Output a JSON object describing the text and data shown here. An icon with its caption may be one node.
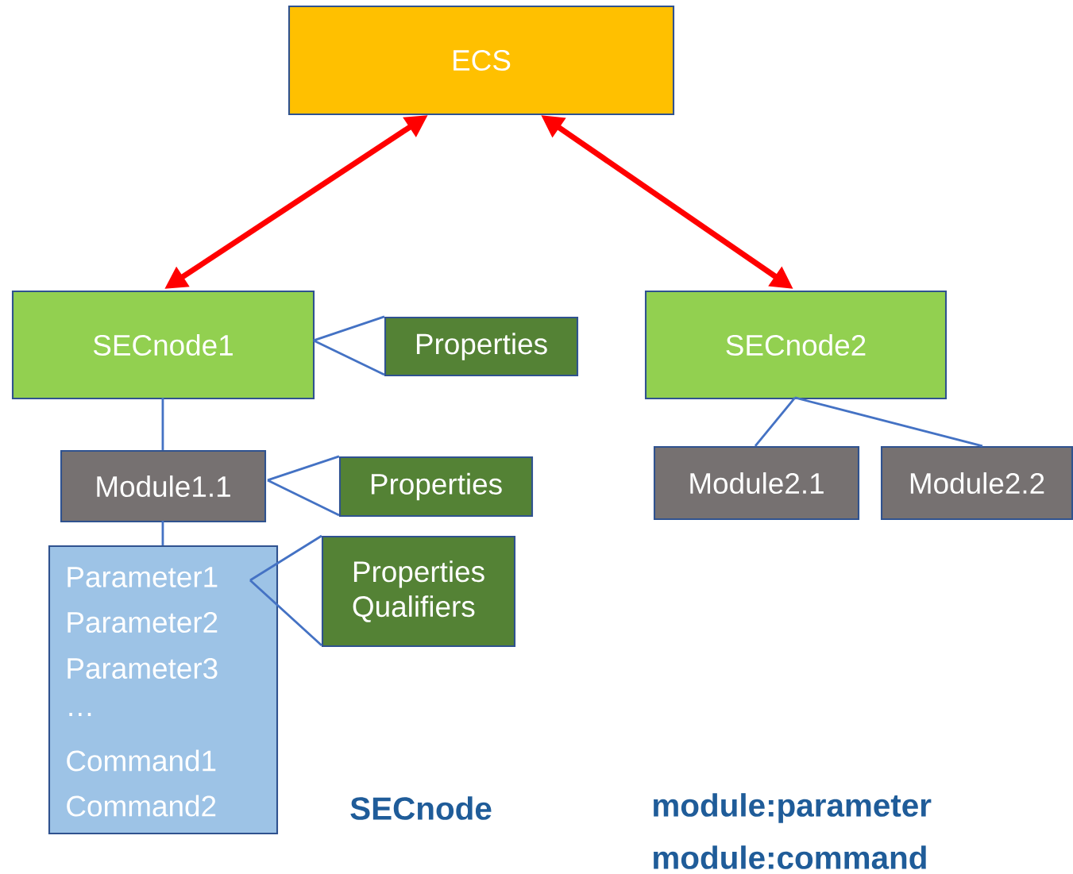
{
  "diagram": {
    "nodes": [
      {
        "text": [
          "ECS"
        ]
      },
      {
        "text": [
          "SECnode1"
        ]
      },
      {
        "text": [
          "SECnode2"
        ]
      },
      {
        "text": [
          "Properties"
        ]
      },
      {
        "text": [
          "Module1.1"
        ]
      },
      {
        "text": [
          "Properties"
        ]
      },
      {
        "text": [
          "Module2.1"
        ]
      },
      {
        "text": [
          "Module2.2"
        ]
      },
      {
        "text": [
          "Parameter1",
          "Parameter2",
          "Parameter3",
          "…",
          "Command1",
          "Command2"
        ]
      },
      {
        "text": [
          "Properties",
          "Qualifiers"
        ]
      }
    ],
    "edges": [
      {
        "from": 0,
        "to": 1,
        "arrow": "both",
        "style": "thick",
        "color": "#ff0000"
      },
      {
        "from": 0,
        "to": 2,
        "arrow": "both",
        "style": "thick",
        "color": "#ff0000"
      },
      {
        "from": 1,
        "to": 3,
        "arrow": "none"
      },
      {
        "from": 1,
        "to": 4,
        "arrow": "none"
      },
      {
        "from": 4,
        "to": 5,
        "arrow": "none"
      },
      {
        "from": 4,
        "to": 8,
        "arrow": "none"
      },
      {
        "from": 8,
        "to": 9,
        "arrow": "none"
      },
      {
        "from": 2,
        "to": 6,
        "arrow": "none"
      },
      {
        "from": 2,
        "to": 7,
        "arrow": "none"
      }
    ],
    "labels": [
      "SECnode",
      "module:parameter",
      "module:command"
    ]
  }
}
